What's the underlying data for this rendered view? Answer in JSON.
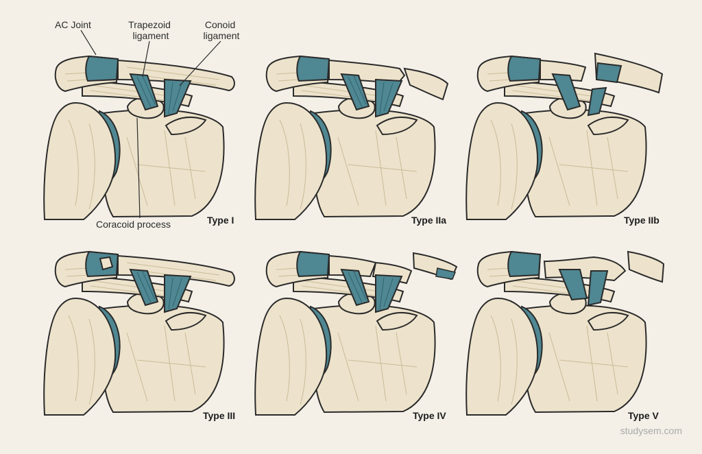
{
  "labels": {
    "ac_joint": "AC Joint",
    "trapezoid": [
      "Trapezoid",
      "ligament"
    ],
    "conoid": [
      "Conoid",
      "ligament"
    ],
    "coracoid": "Coracoid process"
  },
  "panels": [
    {
      "type": "Type I"
    },
    {
      "type": "Type IIa"
    },
    {
      "type": "Type IIb"
    },
    {
      "type": "Type III"
    },
    {
      "type": "Type IV"
    },
    {
      "type": "Type V"
    }
  ],
  "watermark": "studysem.com",
  "colors": {
    "background": "#f4f0e8",
    "bone": "#ede3cc",
    "bone_shade": "#d8ccae",
    "ligament": "#4f8792",
    "ligament_dark": "#2f6470",
    "outline": "#2a2a2a"
  }
}
